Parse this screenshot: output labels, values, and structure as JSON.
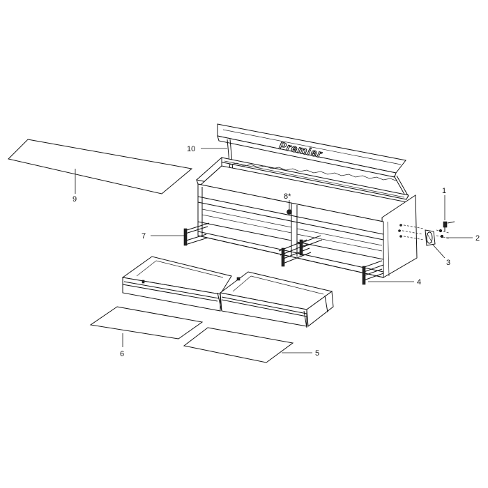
{
  "brand_text": "Premier",
  "callouts": {
    "c1": "1",
    "c2": "2",
    "c3": "3",
    "c4": "4",
    "c5": "5",
    "c6": "6",
    "c7": "7",
    "c8": "8*",
    "c9": "9",
    "c10": "10"
  }
}
